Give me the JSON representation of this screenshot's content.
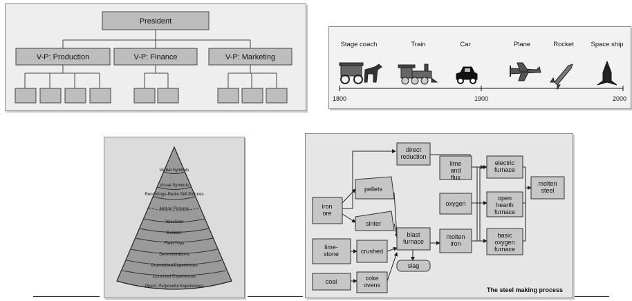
{
  "org_chart": {
    "top": "President",
    "vps": [
      "V-P: Production",
      "V-P: Finance",
      "V-P: Marketing"
    ],
    "sub_counts": [
      4,
      2,
      3
    ]
  },
  "timeline": {
    "items": [
      {
        "label": "Stage coach",
        "icon": "stagecoach-icon"
      },
      {
        "label": "Train",
        "icon": "train-icon"
      },
      {
        "label": "Car",
        "icon": "car-icon"
      },
      {
        "label": "Plane",
        "icon": "plane-icon"
      },
      {
        "label": "Rocket",
        "icon": "rocket-icon"
      },
      {
        "label": "Space ship",
        "icon": "spaceship-icon"
      }
    ],
    "axis_labels": [
      "1800",
      "1900",
      "2000"
    ]
  },
  "cone": {
    "layers": [
      "Verbal Symbols",
      "Visual Symbols",
      "Recordings-Radio Still Pictures",
      "Motion Pictures",
      "Television",
      "Exhibits",
      "Field Trips",
      "Demonstrations",
      "Dramatized Experiences",
      "Contrived Experiences",
      "Direct, Purposeful Experiences"
    ]
  },
  "steel": {
    "title": "The steel making process",
    "boxes": {
      "direct_reduction": "direct reduction",
      "iron_ore": "iron ore",
      "pellets": "pellets",
      "sinter": "sinter",
      "lime_flux": "lime and flux",
      "oxygen": "oxygen",
      "molten_iron": "molten iron",
      "blast_furnace": "blast furnace",
      "electric_furnace": "electric furnace",
      "open_hearth": "open hearth furnace",
      "basic_oxygen": "basic oxygen furnace",
      "molten_steel": "molten steel",
      "limestone": "lime- stone",
      "crushed": "crushed",
      "slag": "slag",
      "coal": "coal",
      "coke_ovens": "coke ovens"
    }
  }
}
